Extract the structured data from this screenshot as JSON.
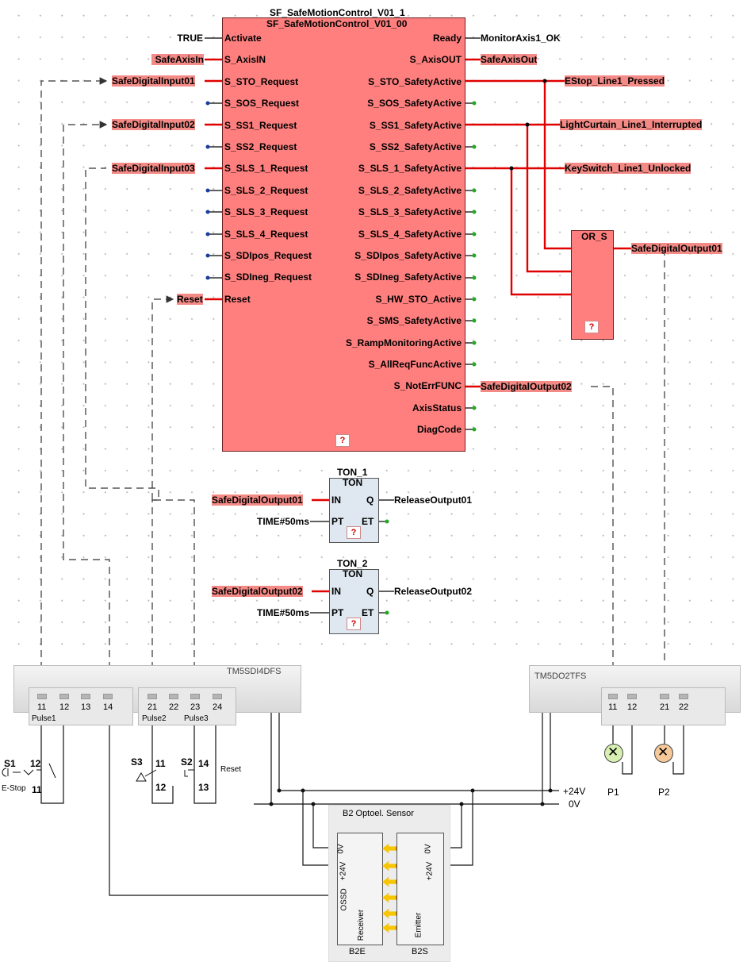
{
  "main_block": {
    "instance": "SF_SafeMotionControl_V01_1",
    "type": "SF_SafeMotionControl_V01_00",
    "inputs": [
      "Activate",
      "S_AxisIN",
      "S_STO_Request",
      "S_SOS_Request",
      "S_SS1_Request",
      "S_SS2_Request",
      "S_SLS_1_Request",
      "S_SLS_2_Request",
      "S_SLS_3_Request",
      "S_SLS_4_Request",
      "S_SDIpos_Request",
      "S_SDIneg_Request",
      "Reset"
    ],
    "outputs": [
      "Ready",
      "S_AxisOUT",
      "S_STO_SafetyActive",
      "S_SOS_SafetyActive",
      "S_SS1_SafetyActive",
      "S_SS2_SafetyActive",
      "S_SLS_1_SafetyActive",
      "S_SLS_2_SafetyActive",
      "S_SLS_3_SafetyActive",
      "S_SLS_4_SafetyActive",
      "S_SDIpos_SafetyActive",
      "S_SDIneg_SafetyActive",
      "S_HW_STO_Active",
      "S_SMS_SafetyActive",
      "S_RampMonitoringActive",
      "S_AllReqFuncActive",
      "S_NotErrFUNC",
      "AxisStatus",
      "DiagCode"
    ],
    "help": "?"
  },
  "input_vars": {
    "activate": "TRUE",
    "axis_in": "SafeAxisIn",
    "sto": "SafeDigitalInput01",
    "ss1": "SafeDigitalInput02",
    "sls1": "SafeDigitalInput03",
    "reset": "Reset"
  },
  "output_vars": {
    "ready": "MonitorAxis1_OK",
    "axis_out": "SafeAxisOut",
    "sto": "EStop_Line1_Pressed",
    "ss1": "LightCurtain_Line1_Interrupted",
    "sls1": "KeySwitch_Line1_Unlocked",
    "noterr": "SafeDigitalOutput02"
  },
  "or_block": {
    "name": "OR_S",
    "help": "?",
    "output": "SafeDigitalOutput01"
  },
  "ton1": {
    "instance": "TON_1",
    "type": "TON",
    "in_var": "SafeDigitalOutput01",
    "pt_var": "TIME#50ms",
    "q_var": "ReleaseOutput01",
    "pins": [
      "IN",
      "PT",
      "Q",
      "ET"
    ],
    "help": "?"
  },
  "ton2": {
    "instance": "TON_2",
    "type": "TON",
    "in_var": "SafeDigitalOutput02",
    "pt_var": "TIME#50ms",
    "q_var": "ReleaseOutput02",
    "pins": [
      "IN",
      "PT",
      "Q",
      "ET"
    ],
    "help": "?"
  },
  "module_in": {
    "name": "TM5SDI4DFS",
    "terminals": [
      "11",
      "12",
      "13",
      "14",
      "21",
      "22",
      "23",
      "24"
    ],
    "pulse_labels": [
      "Pulse1",
      "Pulse2",
      "Pulse3"
    ]
  },
  "module_out": {
    "name": "TM5DO2TFS",
    "terminals": [
      "11",
      "12",
      "21",
      "22"
    ]
  },
  "switches": {
    "s1": {
      "label": "S1",
      "caption": "E-Stop",
      "t1": "12",
      "t2": "11"
    },
    "s3": {
      "label": "S3",
      "t1": "11",
      "t2": "12"
    },
    "s2": {
      "label": "S2",
      "caption": "Reset",
      "t1": "14",
      "t2": "13"
    }
  },
  "lamps": {
    "p1": "P1",
    "p2": "P2"
  },
  "power": {
    "plus": "+24V",
    "zero": "0V"
  },
  "sensor": {
    "title": "B2  Optoel. Sensor",
    "receiver": "Receiver",
    "emitter": "Emitter",
    "ossd": "OSSD",
    "v24": "+24V",
    "v0": "0V",
    "b2e": "B2E",
    "b2s": "B2S"
  },
  "colors": {
    "block": "#ff7f7f",
    "signal_wire": "#e00000",
    "var_highlight": "#f38a86",
    "ton_fill": "#dfe8f1",
    "io_dot": "#22aa22"
  }
}
